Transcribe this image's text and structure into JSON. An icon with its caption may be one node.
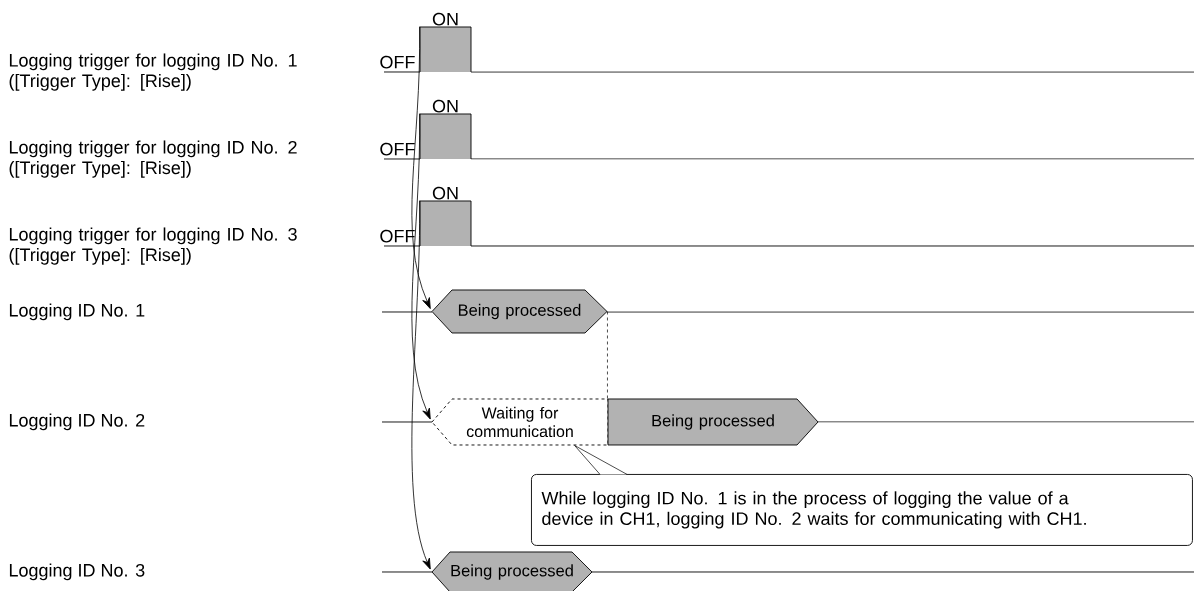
{
  "diagram": {
    "nodes": [
      {
        "text": [
          "ON"
        ],
        "beside": [
          "OFF"
        ]
      },
      {
        "text": [
          "ON"
        ],
        "beside": [
          "OFF"
        ]
      },
      {
        "text": [
          "ON"
        ],
        "beside": [
          "OFF"
        ]
      },
      {
        "text": [
          "Being processed"
        ]
      },
      {
        "text": [
          "Waiting for communication"
        ]
      },
      {
        "text": [
          "Being processed"
        ]
      },
      {
        "text": [
          "While logging ID No. 1 is in the process of logging the value of a device in CH1, logging ID No. 2 waits for communicating with CH1."
        ]
      },
      {
        "text": [
          "Being processed"
        ]
      }
    ],
    "edges": [
      {
        "from": 0,
        "to": 3,
        "arrow": "to"
      },
      {
        "from": 1,
        "to": 4,
        "arrow": "to"
      },
      {
        "from": 2,
        "to": 7,
        "arrow": "to"
      },
      {
        "from": 3,
        "to": 5,
        "arrow": "none",
        "style": "dashed"
      },
      {
        "from": 6,
        "to": 4,
        "arrow": "none"
      }
    ],
    "labels": [
      "Logging trigger for logging ID No. 1 ([Trigger Type]: [Rise])",
      "Logging trigger for logging ID No. 2 ([Trigger Type]: [Rise])",
      "Logging trigger for logging ID No. 3 ([Trigger Type]: [Rise])",
      "Logging ID No. 1",
      "Logging ID No. 2",
      "Logging ID No. 3"
    ]
  }
}
